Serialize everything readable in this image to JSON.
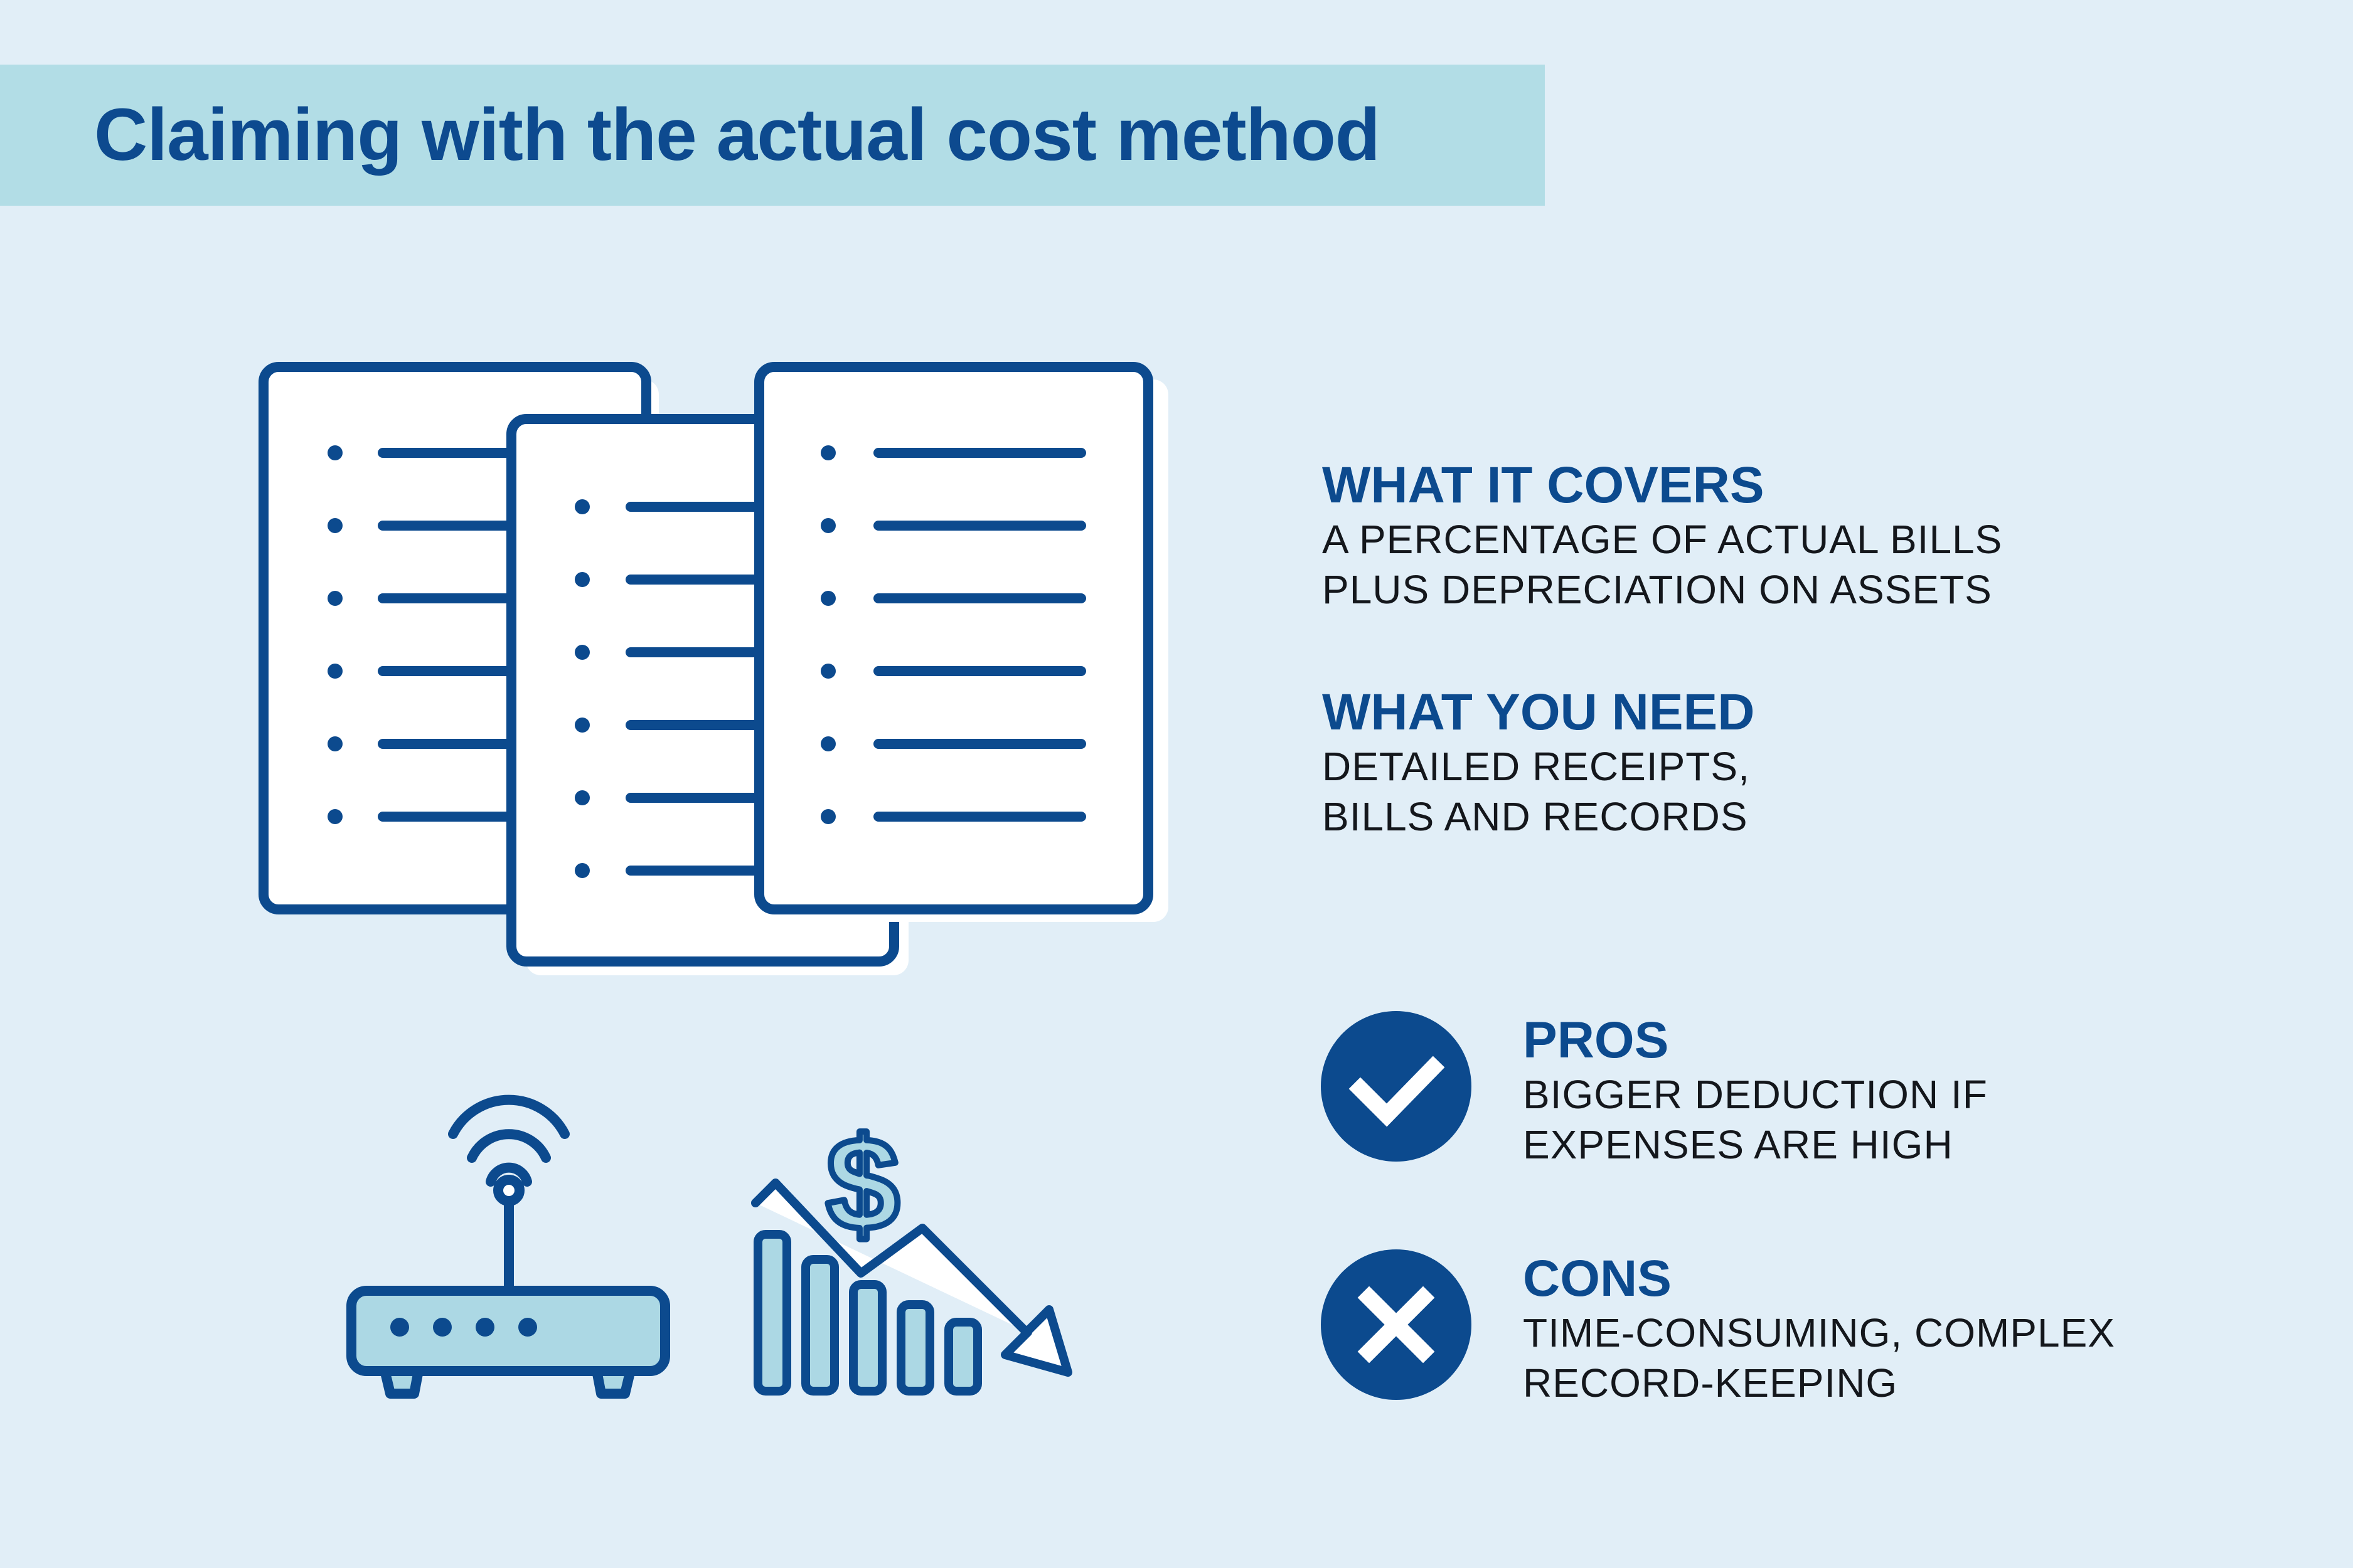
{
  "title": "Claiming with the actual cost method",
  "colors": {
    "background": "#e1eef7",
    "title_band": "#b2dde6",
    "navy": "#0c4a8e",
    "light_blue": "#acd8e4",
    "text": "#14171c"
  },
  "illustrations": {
    "documents": "document-stack-icon",
    "router": "wifi-router-icon",
    "declining_cost": "declining-dollar-chart-icon"
  },
  "covers": {
    "heading": "WHAT IT COVERS",
    "lines": [
      "A PERCENTAGE OF ACTUAL BILLS",
      "PLUS DEPRECIATION ON ASSETS"
    ]
  },
  "needs": {
    "heading": "WHAT YOU NEED",
    "lines": [
      "DETAILED RECEIPTS,",
      "BILLS AND RECORDS"
    ]
  },
  "pros": {
    "icon": "check-circle-icon",
    "heading": "PROS",
    "lines": [
      "BIGGER DEDUCTION IF",
      "EXPENSES ARE HIGH"
    ]
  },
  "cons": {
    "icon": "x-circle-icon",
    "heading": "CONS",
    "lines": [
      "TIME-CONSUMING, COMPLEX",
      "RECORD-KEEPING"
    ]
  }
}
